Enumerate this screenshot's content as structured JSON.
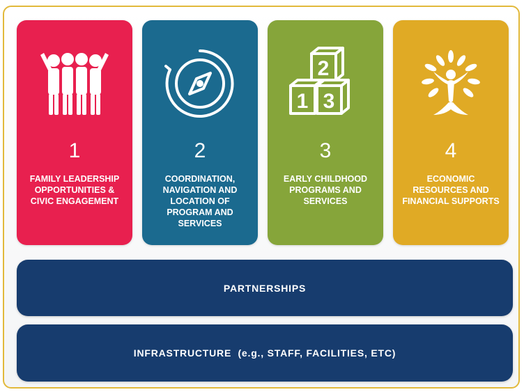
{
  "pillars": [
    {
      "number": "1",
      "label": "FAMILY LEADERSHIP OPPORTUNITIES & CIVIC ENGAGEMENT",
      "color": "#e8204f",
      "icon": "family-group-icon"
    },
    {
      "number": "2",
      "label": "COORDINATION, NAVIGATION AND LOCATION OF PROGRAM AND SERVICES",
      "color": "#1b6a8f",
      "icon": "compass-icon"
    },
    {
      "number": "3",
      "label": "EARLY CHILDHOOD PROGRAMS AND SERVICES",
      "color": "#86a53a",
      "icon": "blocks-icon"
    },
    {
      "number": "4",
      "label": "ECONOMIC RESOURCES AND FINANCIAL SUPPORTS",
      "color": "#e0aa25",
      "icon": "growth-tree-icon"
    }
  ],
  "bars": [
    {
      "label": "PARTNERSHIPS"
    },
    {
      "label": "INFRASTRUCTURE  (e.g., STAFF, FACILITIES, ETC)"
    }
  ],
  "colors": {
    "frame_border": "#e2b93b",
    "bar_fill": "#173c6e"
  }
}
